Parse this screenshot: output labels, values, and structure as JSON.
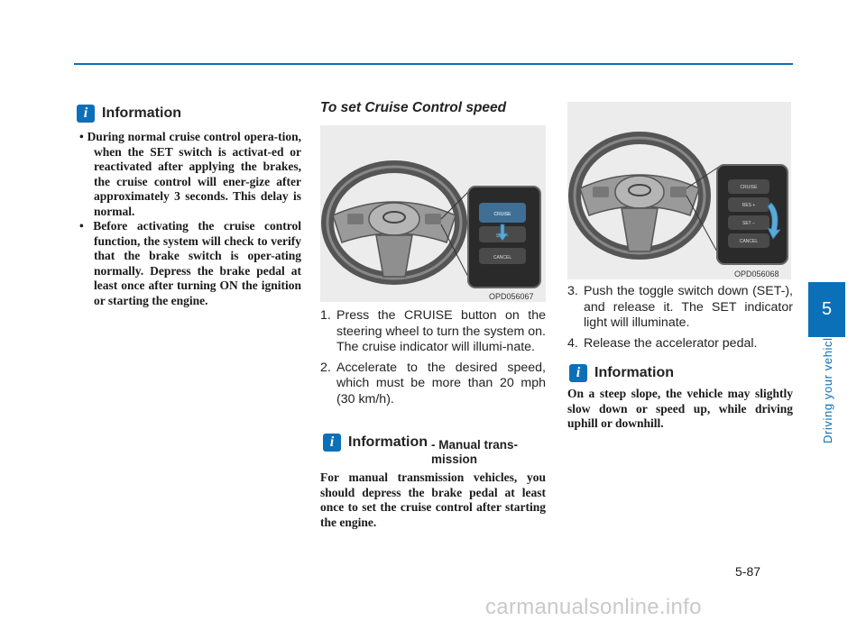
{
  "page": {
    "chapter_number": "5",
    "chapter_title": "Driving your vehicle",
    "page_number": "5-87",
    "watermark": "carmanualsonline.info"
  },
  "left_info": {
    "icon": "info-icon",
    "title": "Information",
    "bullets": [
      "During normal cruise control opera-tion, when the SET switch is activat-ed or reactivated after applying the brakes, the cruise control will ener-gize after approximately 3 seconds. This delay is normal.",
      "Before activating the cruise control function, the system will check to verify that the brake switch is oper-ating normally. Depress the brake pedal at least once after turning ON the ignition or starting the engine."
    ]
  },
  "middle": {
    "section_title": "To set Cruise Control speed",
    "figure_caption": "OPD056067",
    "steps": [
      {
        "num": "1.",
        "text": "Press the CRUISE button on the steering wheel to turn the system on. The cruise indicator will illumi-nate."
      },
      {
        "num": "2.",
        "text": "Accelerate to the desired speed, which must be more than 20 mph (30 km/h)."
      }
    ],
    "info": {
      "icon": "info-icon",
      "title": "Information",
      "subtitle": "- Manual trans-mission",
      "text": "For manual transmission vehicles, you should depress the brake pedal at least once to set the cruise control after starting the engine."
    }
  },
  "right": {
    "figure_caption": "OPD056068",
    "steps": [
      {
        "num": "3.",
        "text": "Push the toggle switch down (SET-), and release it. The SET indicator light will illuminate."
      },
      {
        "num": "4.",
        "text": "Release the accelerator pedal."
      }
    ],
    "info": {
      "icon": "info-icon",
      "title": "Information",
      "text": "On a steep slope, the vehicle may slightly slow down or speed up, while driving uphill or downhill."
    }
  },
  "figure_labels": {
    "cruise": "CRUISE",
    "res": "RES +",
    "set": "SET −",
    "cancel": "CANCEL"
  },
  "colors": {
    "accent": "#0c70b8",
    "figure_bg": "#ececec"
  }
}
